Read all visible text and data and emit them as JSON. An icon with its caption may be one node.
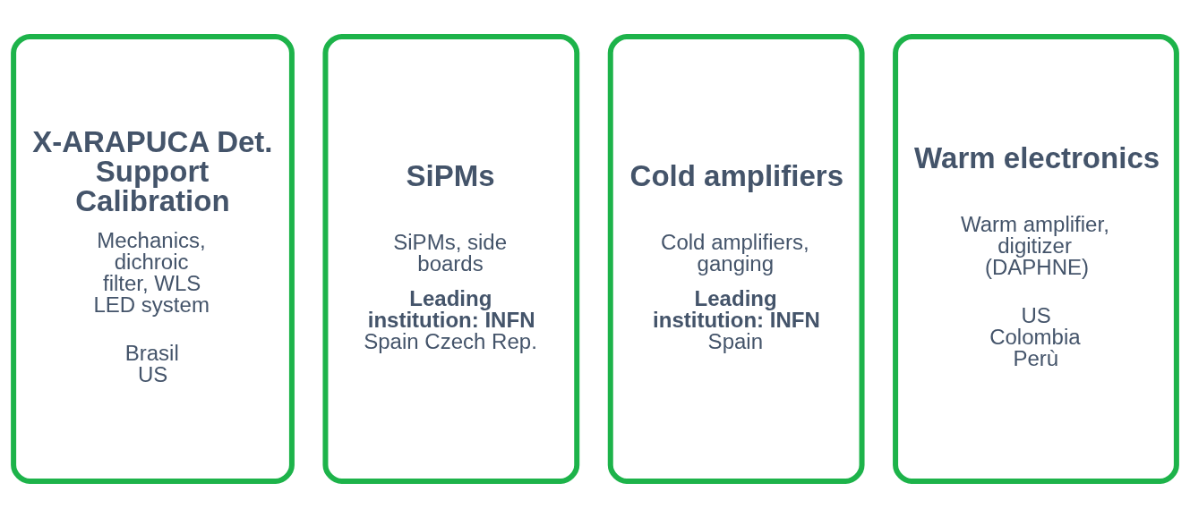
{
  "diagram": {
    "nodes": [
      {
        "text": [
          "X-ARAPUCA Det. Support Calibration",
          "Mechanics, dichroic filter, WLS LED system",
          "Brasil US"
        ]
      },
      {
        "text": [
          "SiPMs",
          "SiPMs, side boards",
          "Leading institution: INFN",
          "Spain Czech Rep."
        ]
      },
      {
        "text": [
          "Cold amplifiers",
          "Cold amplifiers, ganging",
          "Leading institution: INFN",
          "Spain"
        ]
      },
      {
        "text": [
          "Warm electronics",
          "Warm amplifier, digitizer (DAPHNE)",
          "US Colombia Perù"
        ]
      }
    ]
  }
}
